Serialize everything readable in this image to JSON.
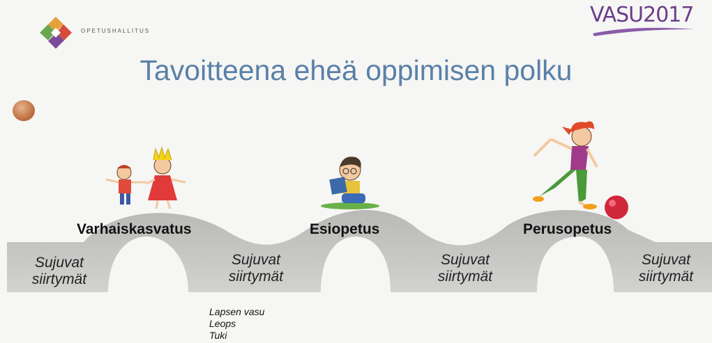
{
  "header": {
    "organization": "OPETUSHALLITUS",
    "event_logo_text": "VASU2017"
  },
  "title": "Tavoitteena eheä oppimisen polku",
  "stages": [
    {
      "label": "Varhaiskasvatus"
    },
    {
      "label": "Esiopetus"
    },
    {
      "label": "Perusopetus"
    }
  ],
  "transitions": [
    {
      "line1": "Sujuvat",
      "line2": "siirtymät"
    },
    {
      "line1": "Sujuvat",
      "line2": "siirtymät"
    },
    {
      "line1": "Sujuvat",
      "line2": "siirtymät"
    },
    {
      "line1": "Sujuvat",
      "line2": "siirtymät"
    }
  ],
  "notes": [
    "Lapsen vasu",
    "Leops",
    "Tuki"
  ],
  "colors": {
    "title": "#5a80a8",
    "path": "#c9c9c7",
    "vasu_purple": "#6b3d8c"
  }
}
